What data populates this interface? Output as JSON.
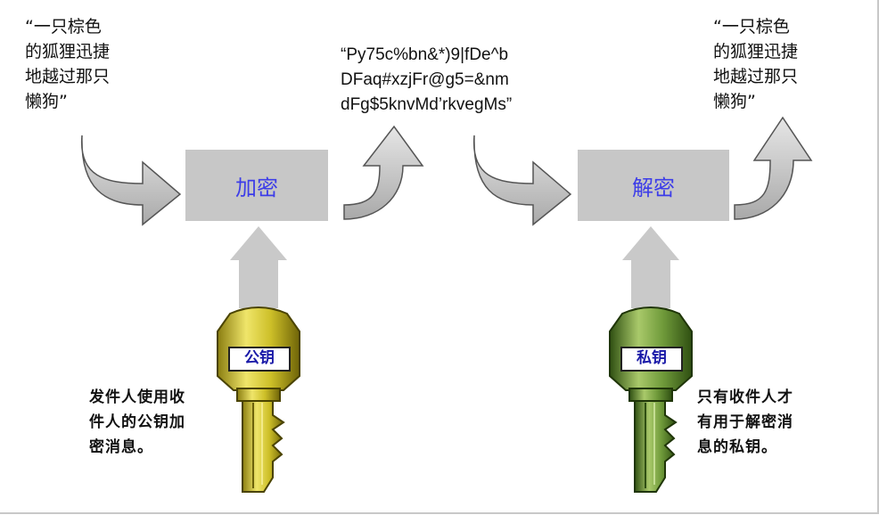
{
  "plaintext_in": "“一只棕色\n的狐狸迅捷\n地越过那只\n懒狗”",
  "ciphertext": "“Py75c%bn&*)9|fDe^b\nDFaq#xzjFr@g5=&nm\ndFg$5knvMd’rkvegMs”",
  "plaintext_out": "“一只棕色\n的狐狸迅捷\n地越过那只\n懒狗”",
  "encrypt_label": "加密",
  "decrypt_label": "解密",
  "public_key_label": "公钥",
  "private_key_label": "私钥",
  "public_caption": "发件人使用收\n件人的公钥加\n密消息。",
  "private_caption": "只有收件人才\n有用于解密消\n息的私钥。",
  "colors": {
    "box": "#c7c7c7",
    "arrow": "#bdbdbd",
    "process_text": "#3d3de8",
    "public_key": "#cfc52a",
    "private_key": "#6f9a3a"
  }
}
